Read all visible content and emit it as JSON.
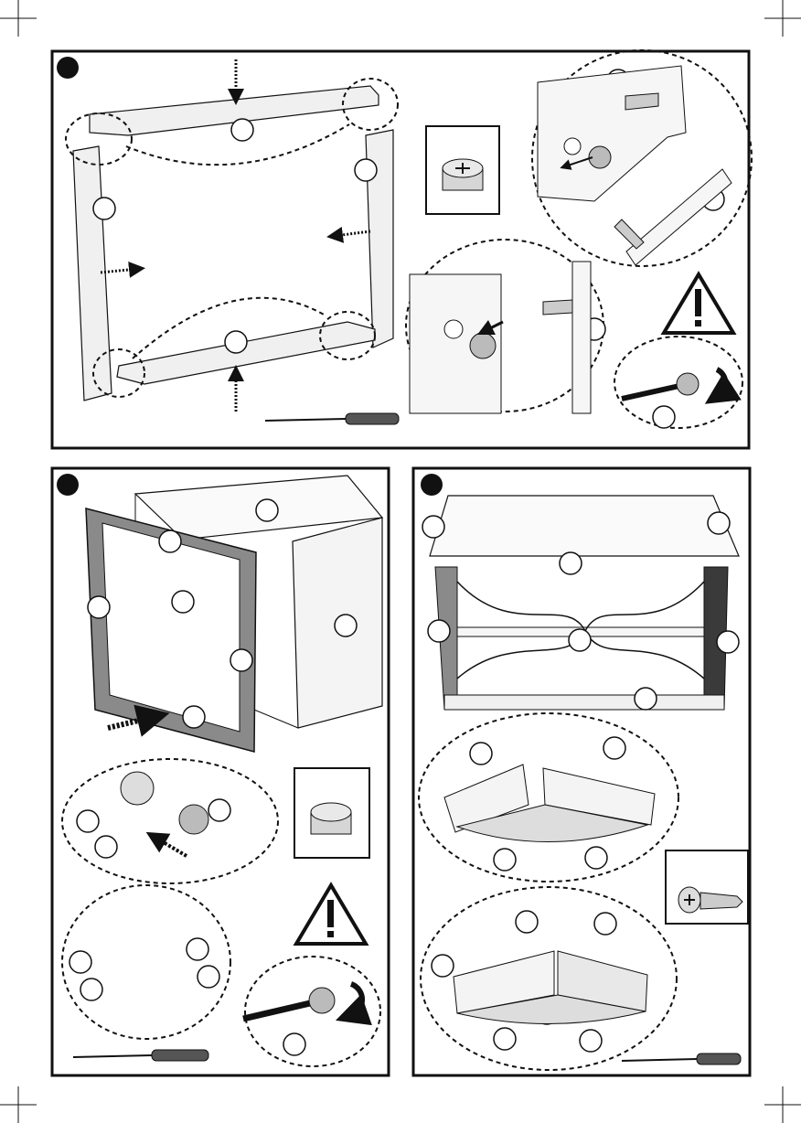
{
  "page": {
    "title": "",
    "description": ""
  },
  "steps": [
    {
      "id": "step-1",
      "label": ""
    },
    {
      "id": "step-2",
      "label": ""
    },
    {
      "id": "step-3",
      "label": ""
    }
  ],
  "colors": {
    "ink": "#111111",
    "panel_fill": "#f2f2f2",
    "frame_gray": "#8a8a8a",
    "dark_side": "#3a3a3a"
  },
  "icons": [
    "warning-icon",
    "screwdriver-icon",
    "cam-lock-icon",
    "screw-icon",
    "rotate-arrow-icon",
    "insert-arrow-icon"
  ]
}
